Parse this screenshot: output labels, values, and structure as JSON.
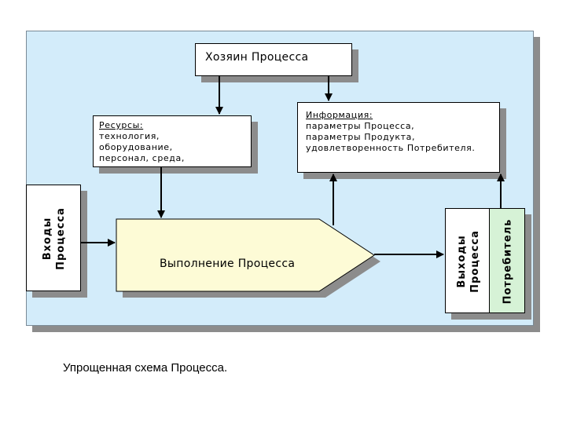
{
  "diagram": {
    "owner": {
      "label": "Хозяин Процесса"
    },
    "resources": {
      "heading": "Ресурсы:",
      "lines": [
        "технология,",
        "оборудование,",
        "персонал, среда,"
      ]
    },
    "information": {
      "heading": "Информация:",
      "lines": [
        "параметры Процесса,",
        "параметры Продукта,",
        "удовлетворенность Потребителя."
      ]
    },
    "inputs": {
      "line1": "Входы",
      "line2": "Процесса"
    },
    "process": {
      "label": "Выполнение Процесса"
    },
    "outputs": {
      "line1": "Выходы",
      "line2": "Процесса"
    },
    "consumer": {
      "label": "Потребитель"
    },
    "colors": {
      "panel": "#d3ecfa",
      "process_fill": "#fdfbd6",
      "consumer_fill": "#d6f2d6",
      "shadow": "#8c8c8c"
    }
  },
  "caption": "Упрощенная схема Процесса."
}
